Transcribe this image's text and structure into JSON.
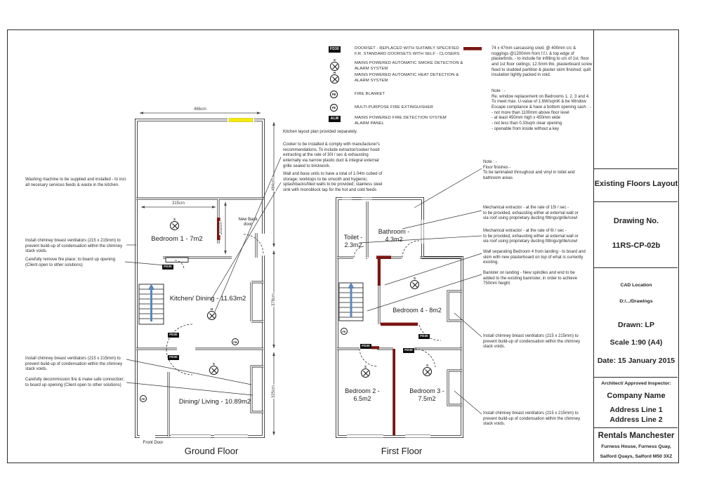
{
  "colors": {
    "wall": "#1a1a1a",
    "new_partition": "#7a1612",
    "highlight_window": "#f6eb00",
    "stair_arrow": "#5b87b8"
  },
  "symbols": {
    "fd30": "FD30",
    "smoke": "S",
    "heat": "H",
    "fire_blanket": "FB",
    "fire_extinguisher": "FE",
    "alarm_panel": "ALM"
  },
  "legend": {
    "items": [
      {
        "symbol": "FD30",
        "label": "DOORSET - REPLACED WITH SUITABLY SPECIFIED\nF.R. STANDARD DOORSETS WITH SELF - CLOSERS"
      },
      {
        "symbol": "S",
        "label": "MAINS POWERED AUTOMATIC SMOKE DETECTION &\nALARM SYSTEM"
      },
      {
        "symbol": "H",
        "label": "MAINS POWERED AUTOMATIC HEAT DETECTION &\nALARM SYSTEM"
      },
      {
        "symbol": "FB",
        "label": "FIRE BLANKET"
      },
      {
        "symbol": "FE",
        "label": "MULTI-PURPOSE FIRE EXTINGUISHER"
      },
      {
        "symbol": "ALM",
        "label": "MAINS POWERED FIRE DETECTION SYSTEM\nALARM PANEL"
      }
    ]
  },
  "notes": {
    "carcassing": "74 x 47mm carcassing s/wd. @ 400mm c/c &\nnoggings @1200mm from f.f.l. & top edge of\nplasterbrds. - to include for infilling to u/s of 1st. floor\nand 1st floor ceilings; 12.5mm thk. plasterboard screw\nfixed to studded partition & plaster skim finished; quilt\ninsulation tightly packed in void.",
    "window_note": "Note : -\nRe. window replacement on Bedrooms 1, 2, 3 and 4.\nTo meet max. U-value of 1.6W/sqmK & be Window\nEscape compliance & have a bottom opening sash : -\n- not more than 1100mm above floor level\n- at least 450mm high x 450mm wide\n- not less than 0.33sqm clear opening\n- openable from inside without a key",
    "floor_finishes": "Note : -\nFloor finishes -\nTo be laminated throughout and vinyl in toilet and\nbathroom areas",
    "kitchen_layout": "Kitchen layout plan provided separately.",
    "cooker": "Cooker to be installed & comply with manufacturer's\nrecommendations. To include extractor/cooker hood\nextracting at the rate of 30l / sec & exhausting\nexternally via narrow plastic duct & integral external\ngrille sealed to brickwork.",
    "wall_base_units": "Wall and base units to have a total of 1.04m cubed of\nstorage; worktops to be smooth and hygienic;\nsplashbacks/tiled walls to be provided; stainless steel\nsink with monoblock tap for the hot and cold feeds",
    "washing_machine": "Washing machine to be supplied and installed - to incl.\nall necesary services feeds & waste in the kitchen.",
    "chimney_vent": "Install chimney breast ventilators (215 x 215mm) to\nprevent build-up of condensation within the chimney\nstack voids.",
    "remove_fireplace": "Carefully remove fire place;  to board up opening\n(Client open to other solutions)",
    "decommission_fire": "Carefully decommission fire & make safe connection;\nto board up opening (Client open to other solutions)",
    "extractor_15": "Mechanical extractor - at the rate of 15l / sec -\nto be provided, exhausting either at external wall or\nvia roof using proprietary ducting fittings/grille/cowl",
    "extractor_6": "Mechanical extractor - at the rate of 6l / sec -\nto be provided, exhausting either at external wall or\nvia roof using proprietary ducting fittings/grille/cowl",
    "bedroom4_wall": "Wall separating Bedroom 4 from landing - to board and\nskim with new plasterboard on top of what is currently\nexisting.",
    "banister": "Banister on landing - New spindles and end to be\nadded to the existing bannister, in order to achieve\n750mm height."
  },
  "ground_floor": {
    "title": "Ground Floor",
    "front_door_label": "Front Door",
    "new_back_door_label": "New Back\ndoor",
    "rooms": {
      "bedroom1": "Bedroom 1 - 7m2",
      "kitchen": "Kitchen/ Dining - 11.63m2",
      "dining": "Dining/ Living - 10.89m2"
    },
    "dims": {
      "width": "466cm",
      "bedroom1_width": "315cm",
      "bedroom1_depth": "202cm",
      "rear": "484cm",
      "middle": "378cm",
      "front": "325cm"
    }
  },
  "first_floor": {
    "title": "First Floor",
    "rooms": {
      "toilet": "Toilet -\n2.3m2",
      "bathroom": "Bathroom -\n4.3m2",
      "bedroom4": "Bedroom 4 - 8m2",
      "bedroom2": "Bedroom 2 -\n6.5m2",
      "bedroom3": "Bedroom 3 -\n7.5m2"
    }
  },
  "title_block": {
    "project": "Existing Floors Layout",
    "drawing_no_label": "Drawing No.",
    "drawing_no": "11RS-CP-02b",
    "cad_location_label": "CAD Location",
    "cad_location": "D:/.../Drawings",
    "drawn": "Drawn: LP",
    "scale": "Scale 1:90 (A4)",
    "date": "Date: 15 January 2015",
    "inspector_label": "Architect/ Approved Inspector:",
    "company": "Company Name",
    "address1": "Address Line 1",
    "address2": "Address Line 2",
    "firm": "Rentals Manchester",
    "firm_address1": "Furness House, Furness Quay,",
    "firm_address2": "Salford Quays, Salford M50 3XZ"
  }
}
